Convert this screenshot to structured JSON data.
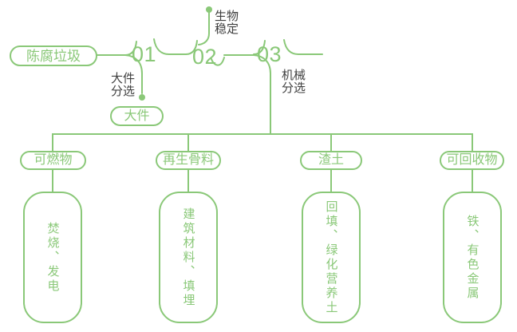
{
  "colors": {
    "accent": "#8ac878",
    "label_text": "#3f3f3f",
    "background": "#ffffff"
  },
  "flow": {
    "source": {
      "label": "陈腐垃圾"
    },
    "steps": [
      {
        "number": "01",
        "process": "大件分选",
        "output": "大件"
      },
      {
        "number": "02",
        "process": "生物稳定"
      },
      {
        "number": "03",
        "process": "机械分选"
      }
    ],
    "outputs": [
      {
        "category": "可燃物",
        "detail": "焚烧、发电"
      },
      {
        "category": "再生骨料",
        "detail": "建筑材料、填埋"
      },
      {
        "category": "渣土",
        "detail": "回填、绿化营养土"
      },
      {
        "category": "可回收物",
        "detail": "铁、有色金属"
      }
    ]
  }
}
